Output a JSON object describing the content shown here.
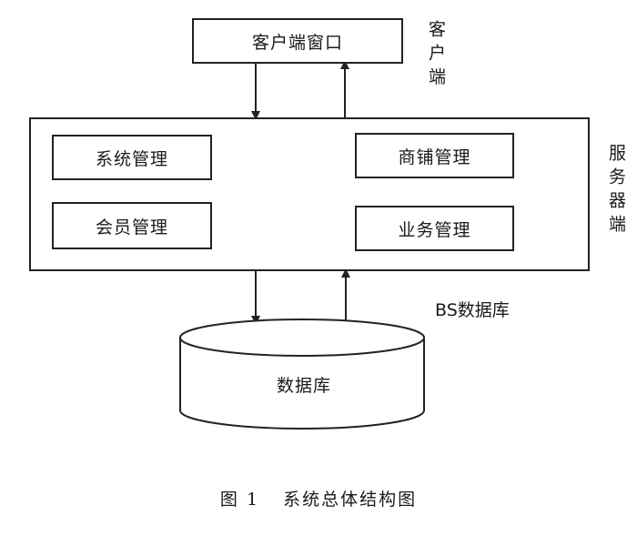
{
  "client": {
    "window_label": "客户端窗口",
    "side_label": "客户端"
  },
  "server": {
    "side_label": "服务器端",
    "modules": {
      "system": "系统管理",
      "member": "会员管理",
      "shop": "商铺管理",
      "business": "业务管理"
    }
  },
  "database": {
    "connector_label": "BS数据库",
    "label": "数据库"
  },
  "caption": {
    "number": "图 1",
    "title": "系统总体结构图"
  }
}
